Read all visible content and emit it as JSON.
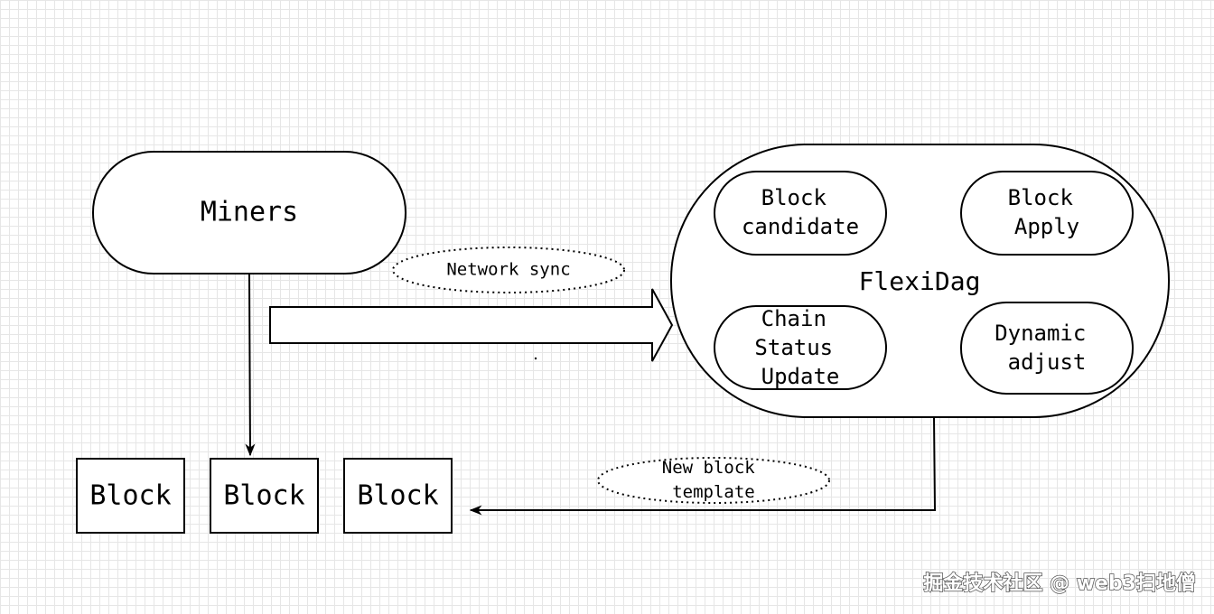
{
  "miners": {
    "label": "Miners"
  },
  "flexidag": {
    "label": "FlexiDag",
    "components": [
      {
        "lines": [
          "Block",
          "candidate"
        ]
      },
      {
        "lines": [
          "Block",
          "Apply"
        ]
      },
      {
        "lines": [
          "Chain",
          "Status",
          "Update"
        ]
      },
      {
        "lines": [
          "Dynamic",
          "adjust"
        ]
      }
    ]
  },
  "network_sync": {
    "label": "Network sync"
  },
  "new_block_template": {
    "lines": [
      "New block",
      "template"
    ]
  },
  "blocks": [
    "Block",
    "Block",
    "Block"
  ],
  "watermark": "掘金技术社区 @ web3扫地僧"
}
